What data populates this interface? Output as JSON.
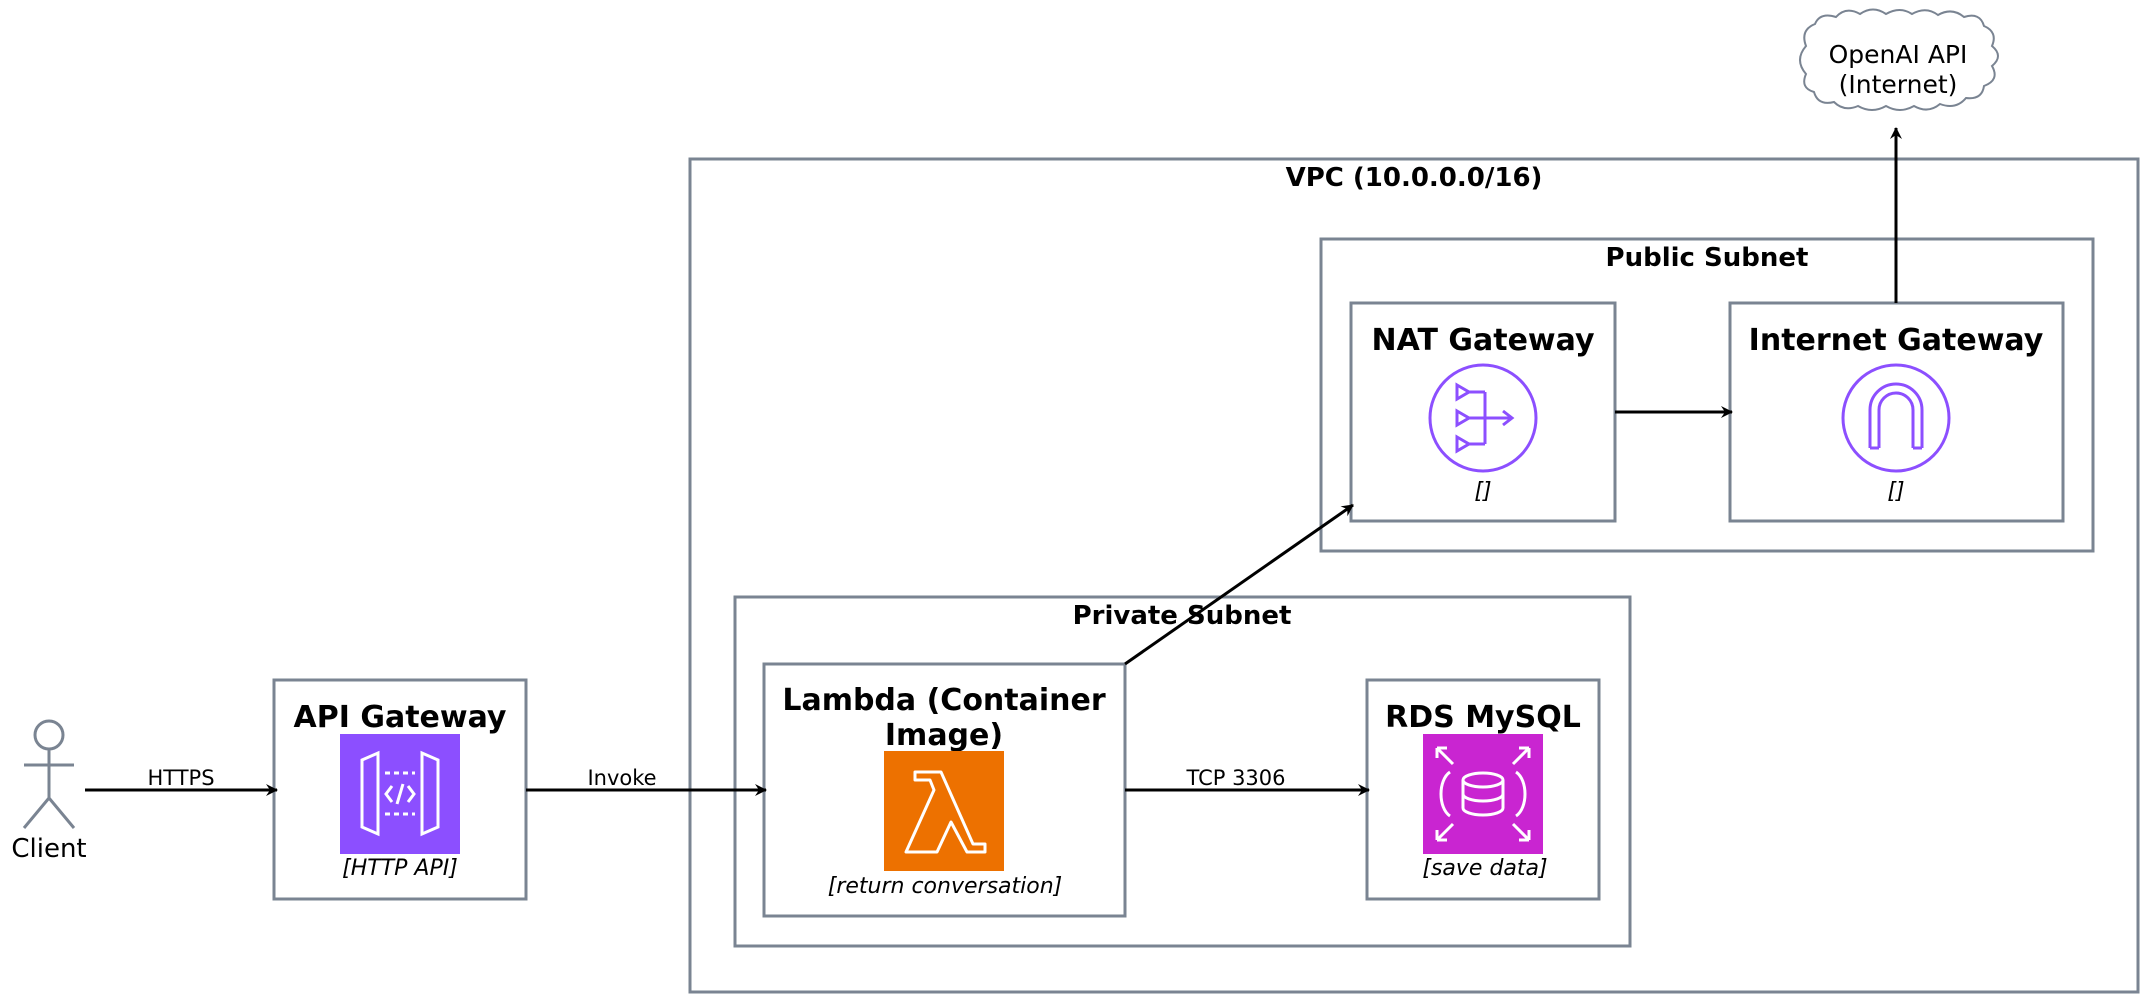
{
  "colors": {
    "border": "#7a8492",
    "purple": "#8c4fff",
    "orange": "#ed7100",
    "magenta": "#c925d1",
    "line": "#000000"
  },
  "actor": {
    "label": "Client",
    "icon": "person-icon"
  },
  "containers": {
    "vpc": {
      "title": "VPC (10.0.0.0/16)"
    },
    "public_subnet": {
      "title": "Public Subnet"
    },
    "private_subnet": {
      "title": "Private Subnet"
    }
  },
  "nodes": {
    "api_gateway": {
      "title": "API Gateway",
      "note": "[HTTP API]",
      "icon": "api-gateway-icon"
    },
    "lambda": {
      "title_line1": "Lambda (Container",
      "title_line2": "Image)",
      "note": "[return conversation]",
      "icon": "lambda-icon"
    },
    "rds": {
      "title": "RDS MySQL",
      "note": "[save data]",
      "icon": "rds-database-icon"
    },
    "nat": {
      "title": "NAT Gateway",
      "note": "[]",
      "icon": "nat-gateway-icon"
    },
    "igw": {
      "title": "Internet Gateway",
      "note": "[]",
      "icon": "internet-gateway-icon"
    },
    "openai": {
      "line1": "OpenAI API",
      "line2": "(Internet)",
      "icon": "cloud-icon"
    }
  },
  "edges": {
    "client_api": "HTTPS",
    "api_lambda": "Invoke",
    "lambda_rds": "TCP 3306"
  }
}
